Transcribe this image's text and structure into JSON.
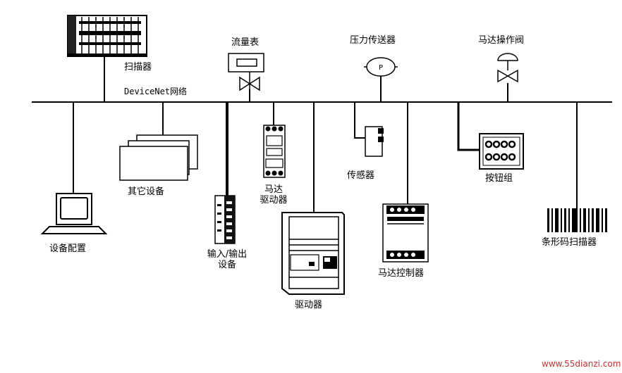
{
  "network": {
    "label": "DeviceNet网络"
  },
  "devices": {
    "scanner": "扫描器",
    "flowmeter": "流量表",
    "pressure_transmitter": "压力传送器",
    "motor_valve": "马达操作阀",
    "config_device": "设备配置",
    "other_devices": "其它设备",
    "io_device_line1": "输入/输出",
    "io_device_line2": "设备",
    "motor_drive_line1": "马达",
    "motor_drive_line2": "驱动器",
    "drive": "驱动器",
    "sensor": "传感器",
    "motor_controller": "马达控制器",
    "button_group": "按钮组",
    "barcode_scanner": "条形码扫描器"
  },
  "gauge_symbol": "P",
  "watermark": "www.55dianzi.com"
}
